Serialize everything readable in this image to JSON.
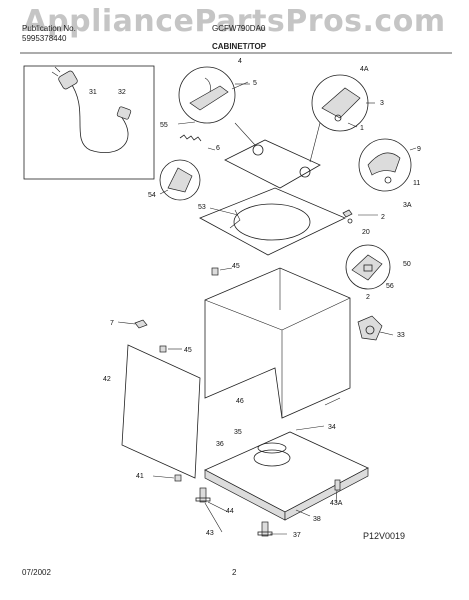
{
  "header": {
    "watermark": "AppliancePartsPros.com",
    "publication_label": "Publication No.",
    "publication_no": "5995378440",
    "model_no": "GCFW790DA0",
    "section_title": "CABINET/TOP"
  },
  "footer": {
    "date": "07/2002",
    "page": "2"
  },
  "diagram_code": "P12V0019",
  "callouts": {
    "c4": "4",
    "c4A": "4A",
    "c5": "5",
    "c3": "3",
    "c1": "1",
    "c31": "31",
    "c32": "32",
    "c55": "55",
    "c6": "6",
    "c9": "9",
    "c11": "11",
    "c3A": "3A",
    "c54": "54",
    "c53": "53",
    "c2a": "2",
    "c20": "20",
    "c45a": "45",
    "c50": "50",
    "c56": "56",
    "c2b": "2",
    "c7": "7",
    "c45b": "45",
    "c33": "33",
    "c42": "42",
    "c46": "46",
    "c35": "35",
    "c34": "34",
    "c36": "36",
    "c41": "41",
    "c44": "44",
    "c43": "43",
    "c37": "37",
    "c38": "38",
    "c43A": "43A"
  }
}
